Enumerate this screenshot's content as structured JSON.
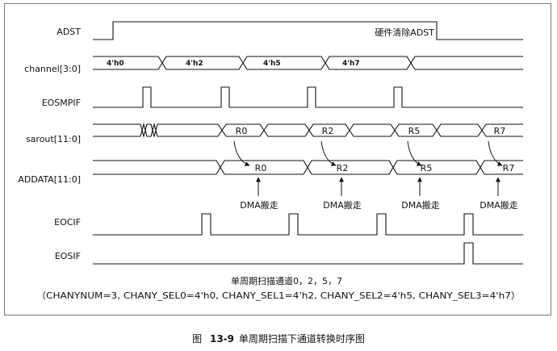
{
  "signals": {
    "adst": "ADST",
    "channel": "channel[3:0]",
    "eosmpif": "EOSMPIF",
    "sarout": "sarout[11:0]",
    "addata": "ADDATA[11:0]",
    "eocif": "EOCIF",
    "eosif": "EOSIF"
  },
  "annotations": {
    "adst_clear": "硬件清除ADST",
    "dma": "DMA搬走"
  },
  "channel_values": [
    "4'h0",
    "4'h2",
    "4'h5",
    "4'h7"
  ],
  "sarout_values": [
    "R0",
    "R2",
    "R5",
    "R7"
  ],
  "addata_values": [
    "R0",
    "R2",
    "R5",
    "R7"
  ],
  "notes": {
    "line1": "单周期扫描通道0，2，5，7",
    "line2": "（CHANYNUM=3, CHANY_SEL0=4'h0, CHANY_SEL1=4'h2, CHANY_SEL2=4'h5, CHANY_SEL3=4'h7）"
  },
  "caption": {
    "figure_label": "图",
    "figure_number": "13-9",
    "title": "单周期扫描下通道转换时序图"
  }
}
